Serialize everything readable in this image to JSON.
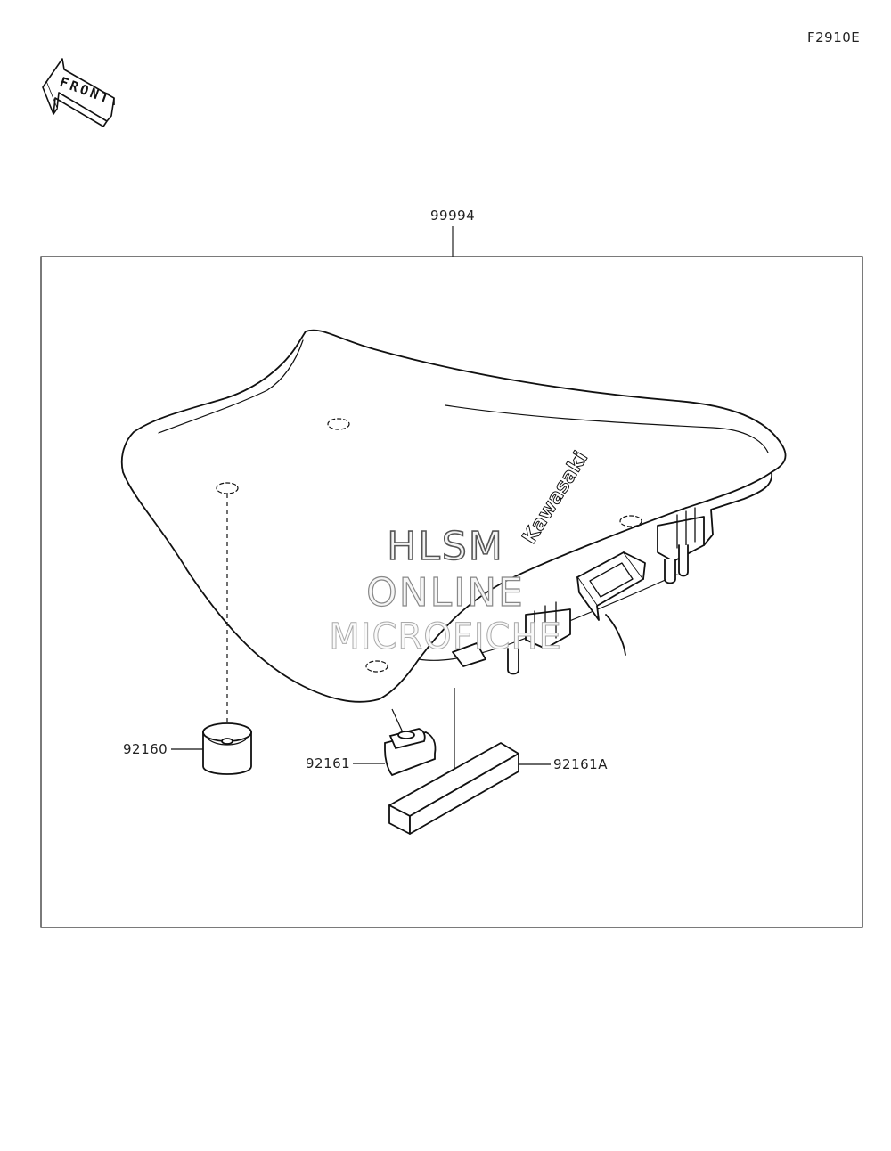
{
  "diagram_id": "F2910E",
  "front_arrow": {
    "label": "FRONT",
    "icon": "front-arrow-icon"
  },
  "assembly": {
    "part_number": "99994"
  },
  "parts": [
    {
      "part_number": "92160"
    },
    {
      "part_number": "92161"
    },
    {
      "part_number": "92161A"
    }
  ],
  "seat_logo": "Kawasaki",
  "watermark": {
    "line1": "HLSM",
    "line2": "ONLINE",
    "line3": "MICROFICHE"
  }
}
